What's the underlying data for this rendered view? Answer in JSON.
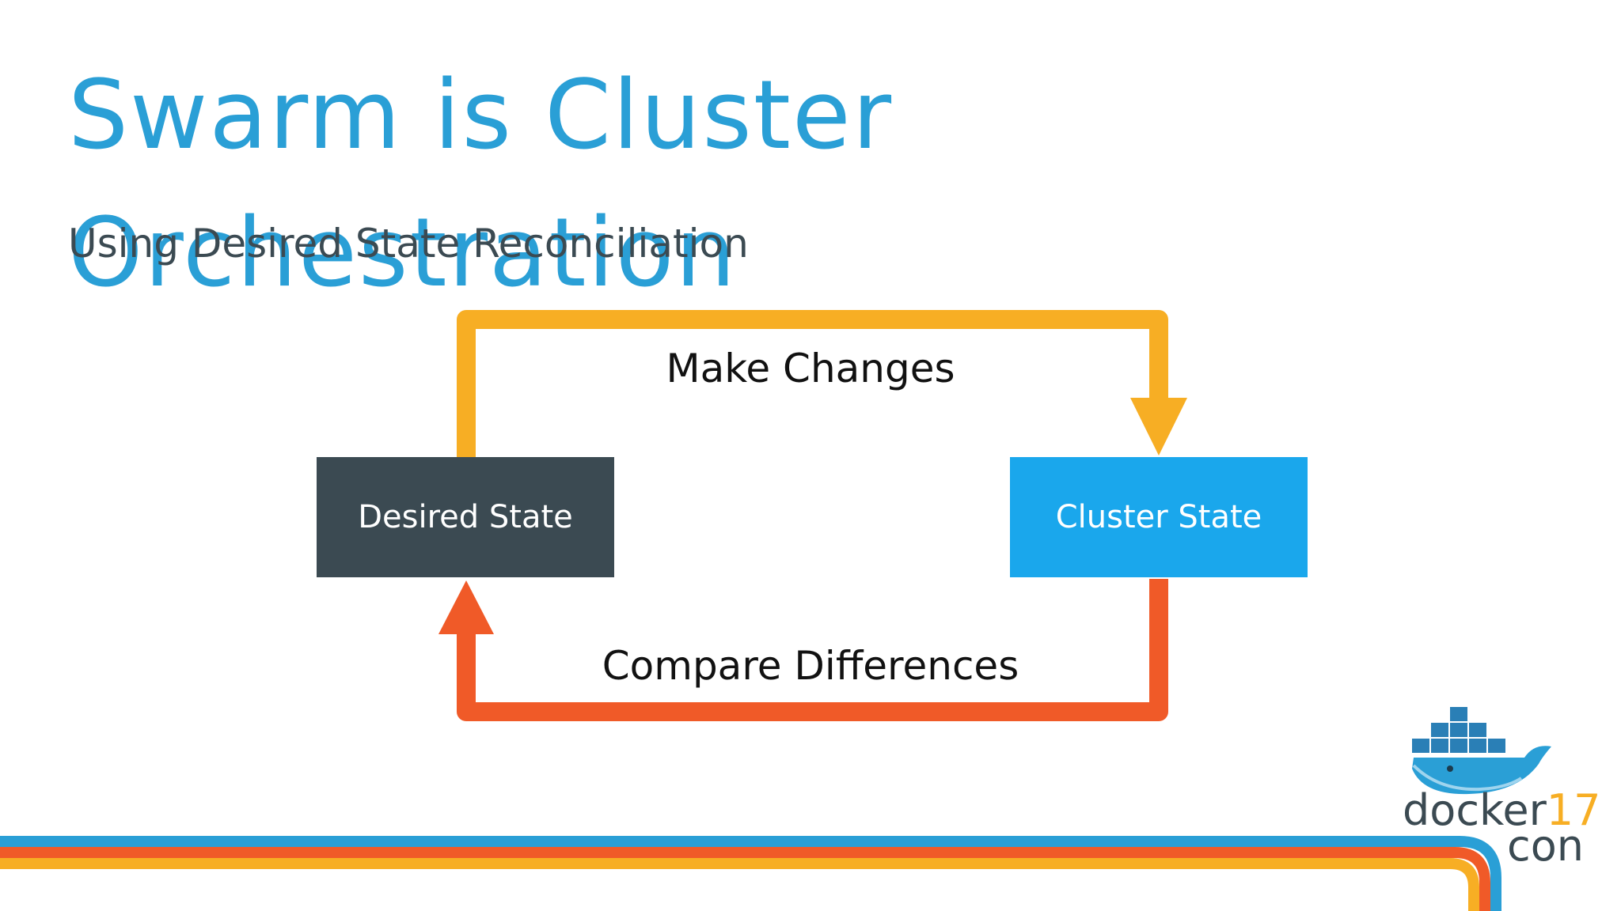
{
  "slide": {
    "title": "Swarm is Cluster Orchestration",
    "subtitle": "Using Desired State Reconciliation"
  },
  "diagram": {
    "nodes": {
      "desired": "Desired State",
      "cluster": "Cluster State"
    },
    "edges": {
      "top": "Make Changes",
      "bottom": "Compare Differences"
    }
  },
  "colors": {
    "title": "#2a9fd6",
    "desired_box": "#3b4a52",
    "cluster_box": "#1aa7ec",
    "top_arrow": "#f7ae24",
    "bottom_arrow": "#f05a28",
    "stripe_blue": "#2a9fd6",
    "stripe_red": "#f05a28",
    "stripe_orange": "#f7ae24"
  },
  "logo": {
    "word": "docker",
    "number": "17",
    "suffix": "con",
    "icon": "docker-whale-icon"
  }
}
